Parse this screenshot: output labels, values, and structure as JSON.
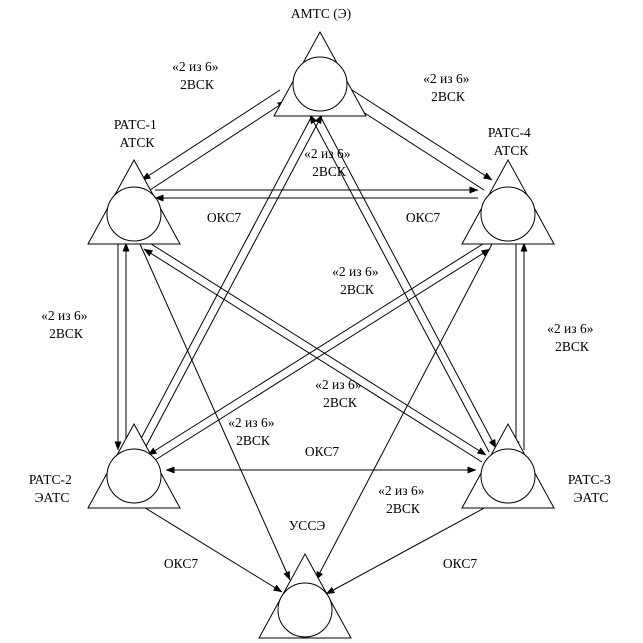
{
  "nodes": [
    {
      "id": "amts",
      "lines": [
        "АМТС (Э)"
      ]
    },
    {
      "id": "rats1",
      "lines": [
        "РАТС-1",
        "АТСК"
      ]
    },
    {
      "id": "rats4",
      "lines": [
        "РАТС-4",
        "АТСК"
      ]
    },
    {
      "id": "rats2",
      "lines": [
        "РАТС-2",
        "ЭАТС"
      ]
    },
    {
      "id": "rats3",
      "lines": [
        "РАТС-3",
        "ЭАТС"
      ]
    },
    {
      "id": "usse",
      "lines": [
        "УССЭ"
      ]
    }
  ],
  "edge_labels": [
    {
      "id": "amts-rats1",
      "lines": [
        "«2 из 6»",
        "2ВСК"
      ]
    },
    {
      "id": "amts-rats4",
      "lines": [
        "«2 из 6»",
        "2ВСК"
      ]
    },
    {
      "id": "amts-rats2",
      "lines": [
        "«2 из 6»",
        "2ВСК"
      ]
    },
    {
      "id": "rats1-rats4",
      "lines": [
        "ОКС7"
      ]
    },
    {
      "id": "rats1-rats4-b",
      "lines": [
        "ОКС7"
      ]
    },
    {
      "id": "rats4-rats2",
      "lines": [
        "«2 из 6»",
        "2ВСК"
      ]
    },
    {
      "id": "rats1-rats2",
      "lines": [
        "«2 из 6»",
        "2ВСК"
      ]
    },
    {
      "id": "rats4-rats3",
      "lines": [
        "«2 из 6»",
        "2ВСК"
      ]
    },
    {
      "id": "rats1-rats3",
      "lines": [
        "«2 из 6»",
        "2ВСК"
      ]
    },
    {
      "id": "amts-rats3",
      "lines": [
        "«2 из 6»",
        "2ВСК"
      ]
    },
    {
      "id": "rats2-rats3",
      "lines": [
        "ОКС7"
      ]
    },
    {
      "id": "rats3-usse-b",
      "lines": [
        "«2 из 6»",
        "2ВСК"
      ]
    },
    {
      "id": "rats2-usse",
      "lines": [
        "ОКС7"
      ]
    },
    {
      "id": "rats3-usse",
      "lines": [
        "ОКС7"
      ]
    }
  ]
}
